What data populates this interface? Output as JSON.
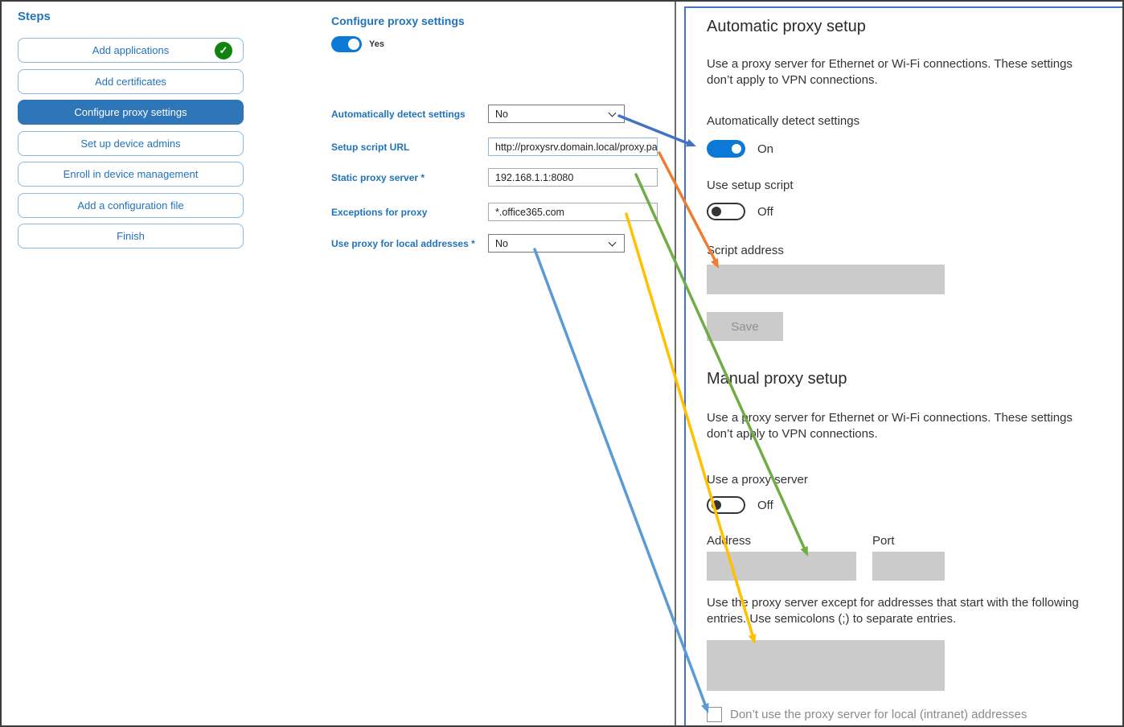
{
  "sidebar": {
    "title": "Steps",
    "steps": [
      {
        "label": "Add applications",
        "completed": true,
        "selected": false
      },
      {
        "label": "Add certificates",
        "completed": false,
        "selected": false
      },
      {
        "label": "Configure proxy settings",
        "completed": false,
        "selected": true
      },
      {
        "label": "Set up device admins",
        "completed": false,
        "selected": false
      },
      {
        "label": "Enroll in device management",
        "completed": false,
        "selected": false
      },
      {
        "label": "Add a configuration file",
        "completed": false,
        "selected": false
      },
      {
        "label": "Finish",
        "completed": false,
        "selected": false
      }
    ]
  },
  "form": {
    "title": "Configure proxy settings",
    "enabled_toggle": {
      "label": "Yes",
      "state": "on"
    },
    "fields": [
      {
        "label": "Automatically detect settings",
        "type": "select",
        "value": "No"
      },
      {
        "label": "Setup script URL",
        "type": "text",
        "value": "http://proxysrv.domain.local/proxy.pa"
      },
      {
        "label": "Static proxy server *",
        "type": "text",
        "value": "192.168.1.1:8080"
      },
      {
        "label": "Exceptions for proxy",
        "type": "text",
        "value": "*.office365.com"
      },
      {
        "label": "Use proxy for local addresses *",
        "type": "select",
        "value": "No"
      }
    ]
  },
  "panel": {
    "auto": {
      "heading": "Automatic proxy setup",
      "description": "Use a proxy server for Ethernet or Wi-Fi connections. These settings don’t apply to VPN connections.",
      "detect_label": "Automatically detect settings",
      "detect_state": "On",
      "script_label": "Use setup script",
      "script_state": "Off",
      "script_address_label": "Script address",
      "save_label": "Save"
    },
    "manual": {
      "heading": "Manual proxy setup",
      "description": "Use a proxy server for Ethernet or Wi-Fi connections. These settings don’t apply to VPN connections.",
      "proxy_label": "Use a proxy server",
      "proxy_state": "Off",
      "address_label": "Address",
      "port_label": "Port",
      "exceptions_description": "Use the proxy server except for addresses that start with the following entries. Use semicolons (;) to separate entries.",
      "checkbox_label": "Don’t use the proxy server for local (intranet) addresses"
    }
  },
  "arrows": [
    {
      "color": "#4472c4",
      "from": "Automatically detect settings (No)",
      "to": "Automatically detect settings toggle"
    },
    {
      "color": "#ed7d31",
      "from": "Setup script URL",
      "to": "Script address field"
    },
    {
      "color": "#70ad47",
      "from": "Static proxy server",
      "to": "Address field"
    },
    {
      "color": "#ffc000",
      "from": "Exceptions for proxy",
      "to": "Exceptions entries field"
    },
    {
      "color": "#5b9bd5",
      "from": "Use proxy for local addresses (No)",
      "to": "Local addresses checkbox"
    }
  ],
  "colors": {
    "accent_blue": "#2173ba",
    "selected_step": "#2e76b8",
    "toggle_on": "#0d79d6",
    "panel_border": "#4472c4",
    "check_green": "#12830f",
    "disabled_gray": "#cbcbcb"
  }
}
